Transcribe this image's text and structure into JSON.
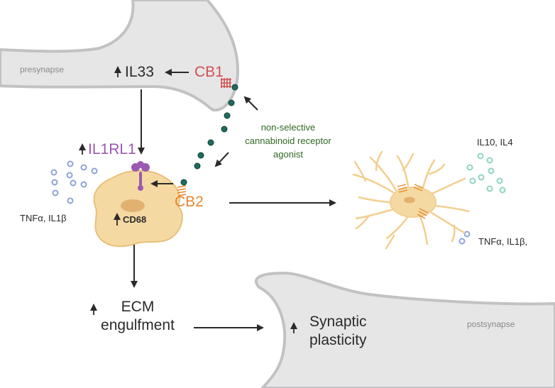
{
  "labels": {
    "presynapse": "presynapse",
    "postsynapse": "postsynapse",
    "il33": "IL33",
    "cb1": "CB1",
    "il1rl1": "IL1RL1",
    "cb2": "CB2",
    "cd68": "CD68",
    "agonist_line1": "non-selective",
    "agonist_line2": "cannabinoid receptor",
    "agonist_line3": "agonist",
    "cytokines_left": "TNFα, IL1β",
    "anti_inflammatory": "IL10, IL4",
    "cytokines_right": "TNFα, IL1β,",
    "ecm_line1": "ECM",
    "ecm_line2": "engulfment",
    "synaptic_line1": "Synaptic",
    "synaptic_line2": "plasticity"
  },
  "colors": {
    "synapse_fill": "#e6e6e7",
    "synapse_stroke": "#c2c2c4",
    "cell_fill": "#f5d9a3",
    "cell_stroke": "#e8c07a",
    "nucleus": "#e2b172",
    "agonist_dot": "#1f6b5f",
    "cb1": "#d05050",
    "cb2": "#e8872e",
    "il1rl1": "#9a5ab0",
    "agonist_text": "#2f6a22",
    "blue_circles": "#8fa3d8",
    "teal_circles": "#8fd5c0",
    "arrow": "#2a2a2a"
  }
}
